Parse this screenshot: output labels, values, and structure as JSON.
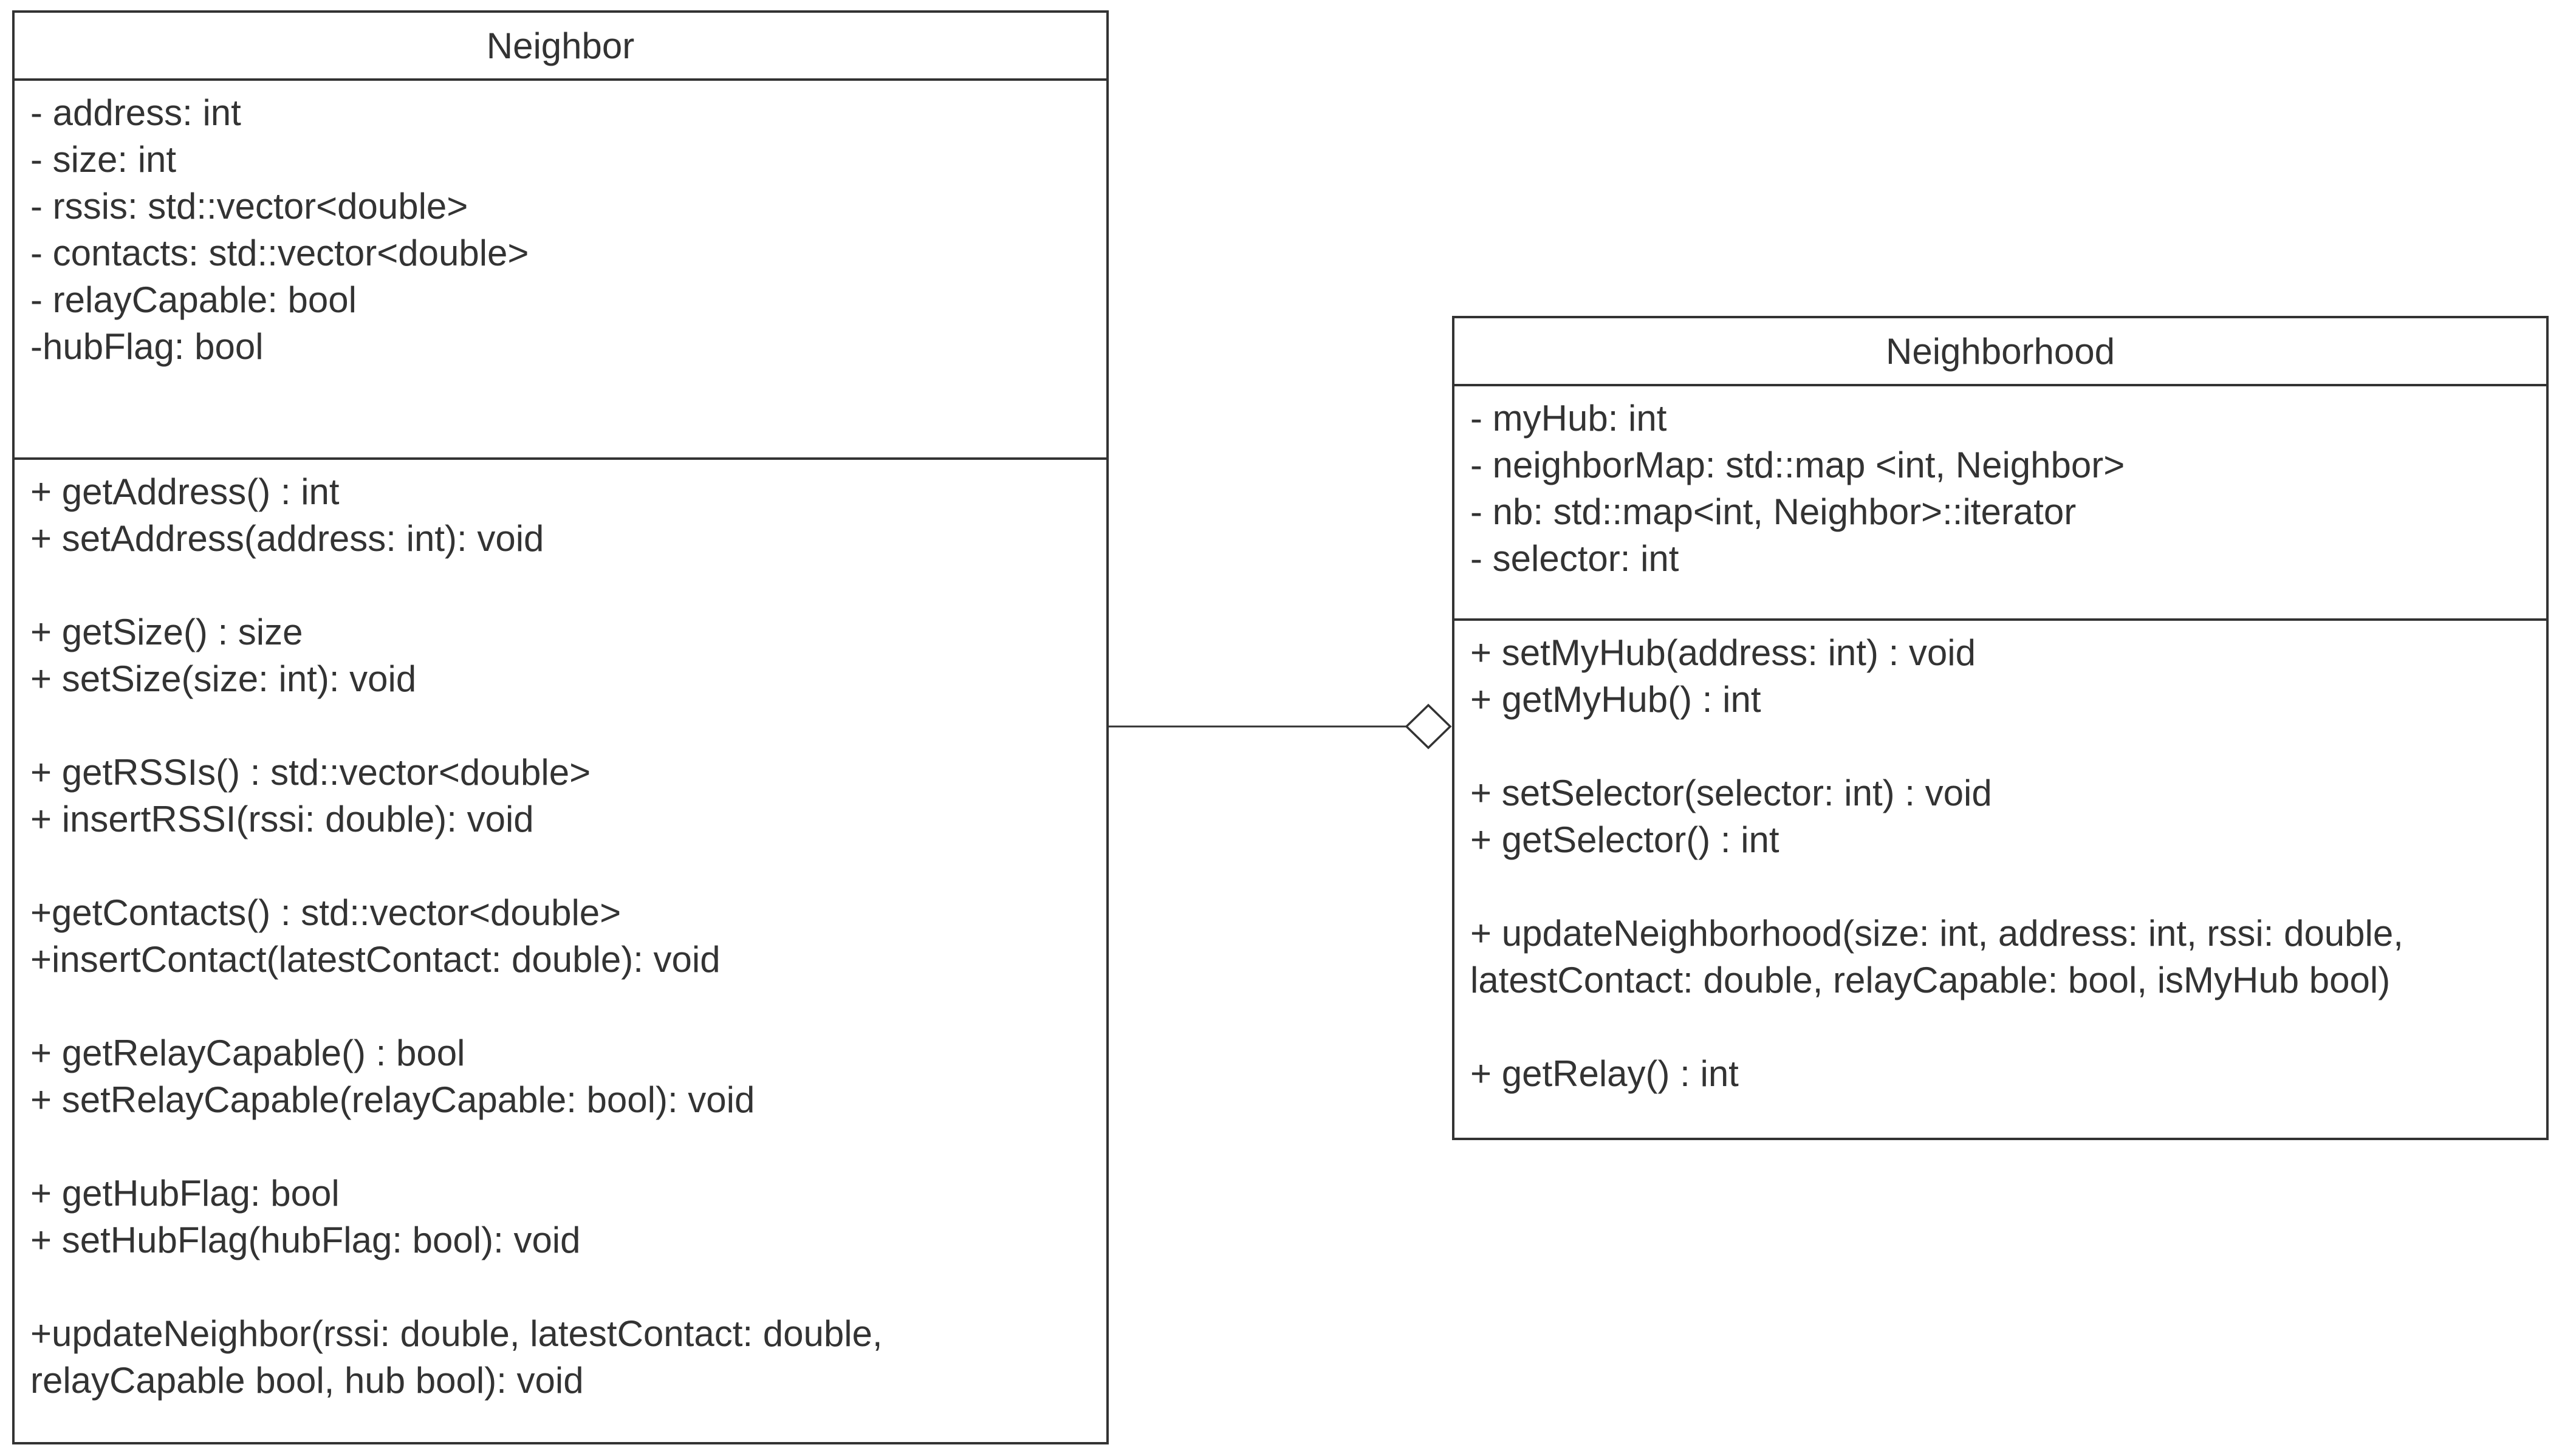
{
  "diagram": {
    "background_color": "#ffffff",
    "stroke_color": "#333333",
    "text_color": "#333333",
    "classes": [
      {
        "name": "Neighbor",
        "attributes": [
          "- address: int",
          "- size: int",
          "- rssis: std::vector<double>",
          "- contacts: std::vector<double>",
          "- relayCapable: bool",
          "-hubFlag: bool"
        ],
        "methods": [
          "+ getAddress() : int",
          "+ setAddress(address: int): void",
          "",
          "+ getSize() : size",
          "+ setSize(size: int): void",
          "",
          "+ getRSSIs() : std::vector<double>",
          "+ insertRSSI(rssi: double): void",
          "",
          "+getContacts() : std::vector<double>",
          "+insertContact(latestContact: double): void",
          "",
          "+ getRelayCapable() : bool",
          "+ setRelayCapable(relayCapable: bool): void",
          "",
          "+ getHubFlag: bool",
          "+ setHubFlag(hubFlag: bool): void",
          "",
          "+updateNeighbor(rssi: double, latestContact: double,",
          "relayCapable bool, hub bool): void"
        ]
      },
      {
        "name": "Neighborhood",
        "attributes": [
          "- myHub: int",
          "- neighborMap: std::map <int, Neighbor>",
          "- nb: std::map<int, Neighbor>::iterator",
          "- selector: int"
        ],
        "methods": [
          "+ setMyHub(address: int) : void",
          "+ getMyHub() : int",
          "",
          "+ setSelector(selector: int) : void",
          "+ getSelector() : int",
          "",
          "+ updateNeighborhood(size: int, address: int, rssi: double,",
          "latestContact: double, relayCapable: bool, isMyHub bool)",
          "",
          "+ getRelay() : int"
        ]
      }
    ],
    "connector": {
      "type": "aggregation",
      "from": "Neighbor",
      "to": "Neighborhood"
    }
  }
}
